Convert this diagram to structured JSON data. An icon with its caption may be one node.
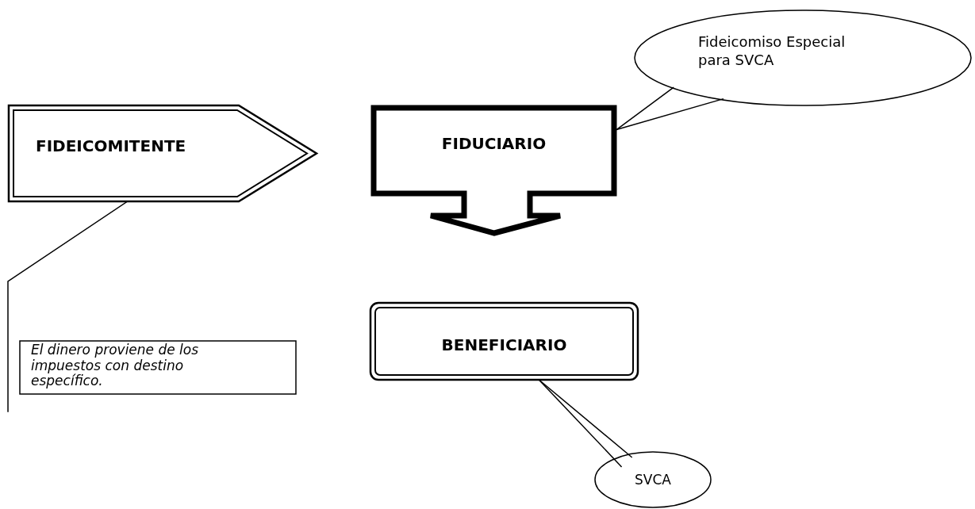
{
  "diagram": {
    "nodes": [
      {
        "text": [
          "FIDEICOMITENTE"
        ]
      },
      {
        "text": [
          "FIDUCIARIO"
        ]
      },
      {
        "text": [
          "BENEFICIARIO"
        ]
      },
      {
        "text": [
          "Fideicomiso Especial para SVCA"
        ]
      },
      {
        "text": [
          "El dinero proviene de los impuestos con destino específico."
        ]
      },
      {
        "text": [
          "SVCA"
        ]
      }
    ],
    "edges": [
      {
        "from": 3,
        "to": 1,
        "arrow": "none"
      },
      {
        "from": 4,
        "to": 0,
        "arrow": "none"
      },
      {
        "from": 5,
        "to": 2,
        "arrow": "none"
      }
    ]
  }
}
